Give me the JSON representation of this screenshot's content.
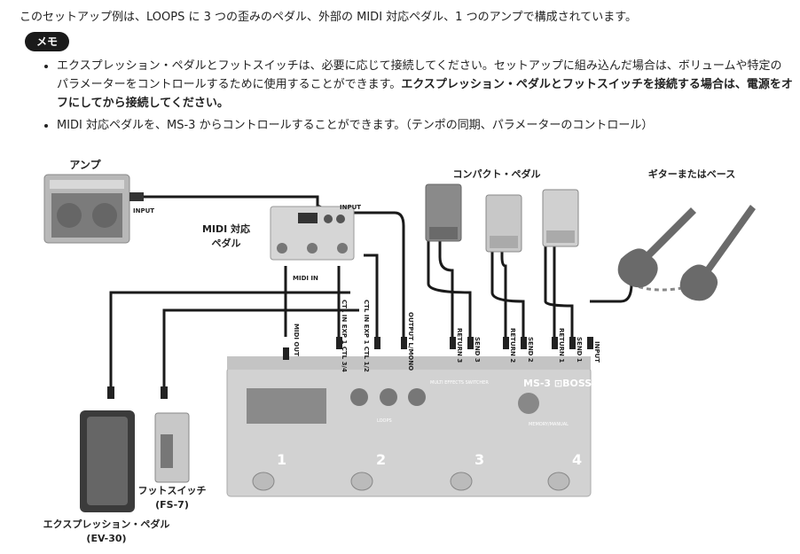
{
  "intro": "このセットアップ例は、LOOPS に 3 つの歪みのペダル、外部の MIDI 対応ペダル、1 つのアンプで構成されています。",
  "memo": {
    "label": "メモ"
  },
  "notes": [
    {
      "text": "エクスプレッション・ペダルとフットスイッチは、必要に応じて接続してください。セットアップに組み込んだ場合は、ボリュームや特定のパラメーターをコントロールするために使用することができます。",
      "bold": "エクスプレッション・ペダルとフットスイッチを接続する場合は、電源をオフにしてから接続してください。"
    },
    {
      "text": "MIDI 対応ペダルを、MS-3 からコントロールすることができます。（テンポの同期、パラメーターのコントロール）",
      "bold": ""
    }
  ],
  "diagram": {
    "amp_label": "アンプ",
    "midi_pedal_label_1": "MIDI 対応",
    "midi_pedal_label_2": "ペダル",
    "compact_label": "コンパクト・ペダル",
    "guitar_label": "ギターまたはベース",
    "fs_label_1": "フットスイッチ",
    "fs_label_2": "(FS-7)",
    "ev_label_1": "エクスプレッション・ペダル",
    "ev_label_2": "(EV-30)",
    "amp_input": "INPUT",
    "midi_input": "INPUT",
    "midi_in": "MIDI IN",
    "midi_out": "MIDI OUT",
    "ctl_34": "CTL IN EXP 1 CTL 3/4",
    "ctl_12": "CTL IN EXP 1 CTL 1/2",
    "output": "OUTPUT L/MONO",
    "return3": "RETURN 3",
    "send3": "SEND 3",
    "return2": "RETURN 2",
    "send2": "SEND 2",
    "return1": "RETURN 1",
    "send1": "SEND 1",
    "input": "INPUT",
    "ms3_brand": "MS-3 ⊡BOSS",
    "ms3_sub": "MULTI EFFECTS SWITCHER",
    "memory_manual": "MEMORY/MANUAL",
    "fs_numbers": [
      "1",
      "2",
      "3",
      "4"
    ],
    "loops": "LOOPS"
  }
}
